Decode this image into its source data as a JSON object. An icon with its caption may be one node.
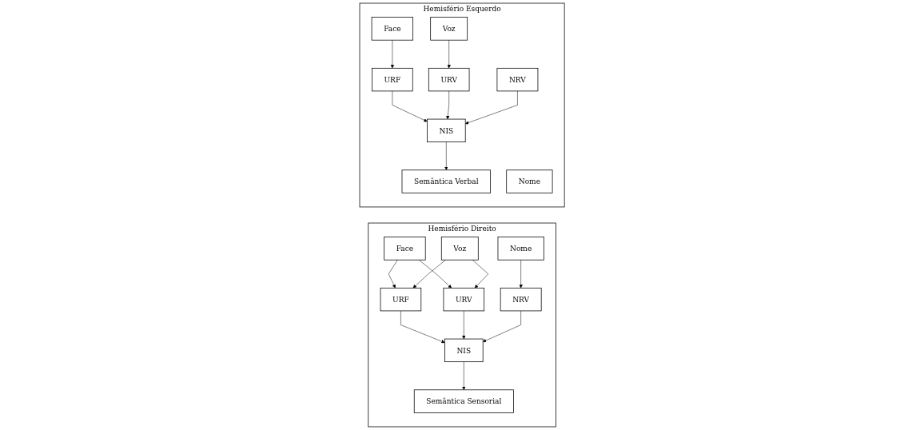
{
  "diagram": {
    "nodes": [
      {
        "text": [
          "Hemisfério Direito"
        ]
      },
      {
        "text": [
          "Face"
        ],
        "in": 0
      },
      {
        "text": [
          "Voz"
        ],
        "in": 0
      },
      {
        "text": [
          "Nome"
        ],
        "in": 0
      },
      {
        "text": [
          "URF"
        ],
        "in": 0
      },
      {
        "text": [
          "URV"
        ],
        "in": 0
      },
      {
        "text": [
          "NRV"
        ],
        "in": 0
      },
      {
        "text": [
          "NIS"
        ],
        "in": 0
      },
      {
        "text": [
          "Semântica Sensorial"
        ],
        "in": 0
      },
      {
        "text": [
          "Hemisfério Esquerdo"
        ]
      },
      {
        "text": [
          "Face"
        ],
        "in": 9
      },
      {
        "text": [
          "Voz"
        ],
        "in": 9
      },
      {
        "text": [
          "Nome"
        ],
        "in": 9
      },
      {
        "text": [
          "URF"
        ],
        "in": 9
      },
      {
        "text": [
          "URV"
        ],
        "in": 9
      },
      {
        "text": [
          "NRV"
        ],
        "in": 9
      },
      {
        "text": [
          "NIS"
        ],
        "in": 9
      },
      {
        "text": [
          "Semântica Verbal"
        ],
        "in": 9
      }
    ],
    "edges": [
      {
        "from": 1,
        "to": 4,
        "arrow": "to"
      },
      {
        "from": 1,
        "to": 5,
        "arrow": "to"
      },
      {
        "from": 2,
        "to": 4,
        "arrow": "to"
      },
      {
        "from": 2,
        "to": 5,
        "arrow": "to"
      },
      {
        "from": 3,
        "to": 6,
        "arrow": "to"
      },
      {
        "from": 4,
        "to": 7,
        "arrow": "to"
      },
      {
        "from": 5,
        "to": 7,
        "arrow": "to"
      },
      {
        "from": 6,
        "to": 7,
        "arrow": "to"
      },
      {
        "from": 7,
        "to": 8,
        "arrow": "to"
      },
      {
        "from": 10,
        "to": 13,
        "arrow": "to"
      },
      {
        "from": 11,
        "to": 14,
        "arrow": "to"
      },
      {
        "from": 13,
        "to": 16,
        "arrow": "to"
      },
      {
        "from": 14,
        "to": 16,
        "arrow": "to"
      },
      {
        "from": 15,
        "to": 16,
        "arrow": "to"
      },
      {
        "from": 16,
        "to": 17,
        "arrow": "to"
      }
    ]
  }
}
